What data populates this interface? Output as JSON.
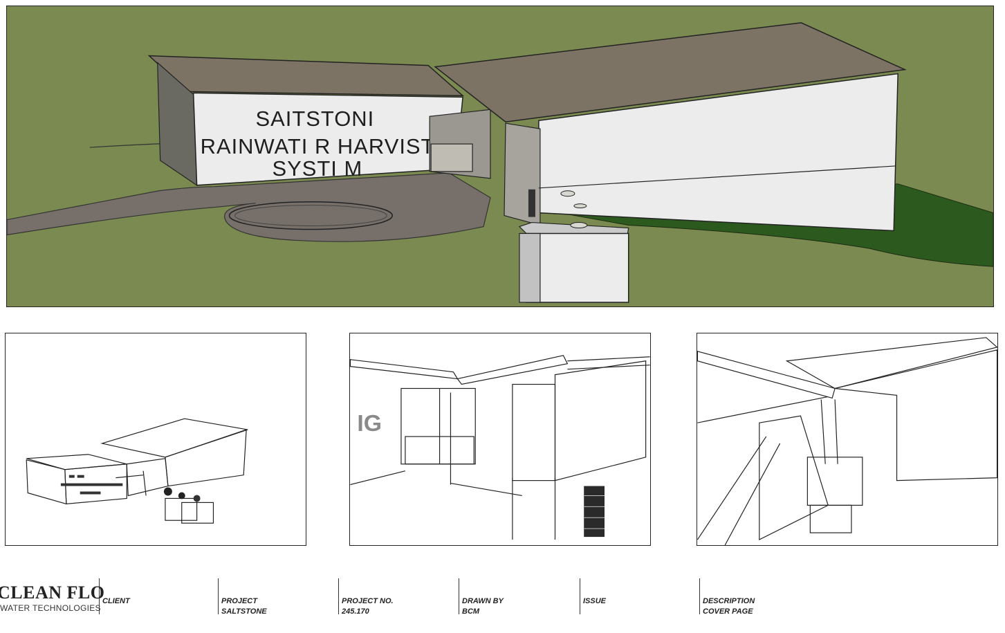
{
  "sign": {
    "line1": "SAITSTONI",
    "line2": "RAINWATI R HARVISTINC",
    "line3": "SYSTI M"
  },
  "thumb2": {
    "glyph": "IG"
  },
  "logo": {
    "main": "CLEAN FLO",
    "sub": "WATER TECHNOLOGIES"
  },
  "title_block": {
    "client": {
      "label": "CLIENT",
      "value": ""
    },
    "project": {
      "label": "PROJECT",
      "value": "SALTSTONE"
    },
    "project_no": {
      "label": "PROJECT NO.",
      "value": "245.170"
    },
    "drawn_by": {
      "label": "DRAWN BY",
      "value": "BCM"
    },
    "issue": {
      "label": "ISSUE",
      "value": ""
    },
    "description": {
      "label": "DESCRIPTION",
      "value": "COVER PAGE"
    }
  },
  "colors": {
    "grass": "#7a8a50",
    "roof": "#7d7365",
    "drive": "#77706a",
    "wall": "#ececec",
    "lawn": "#2c5a1e"
  }
}
